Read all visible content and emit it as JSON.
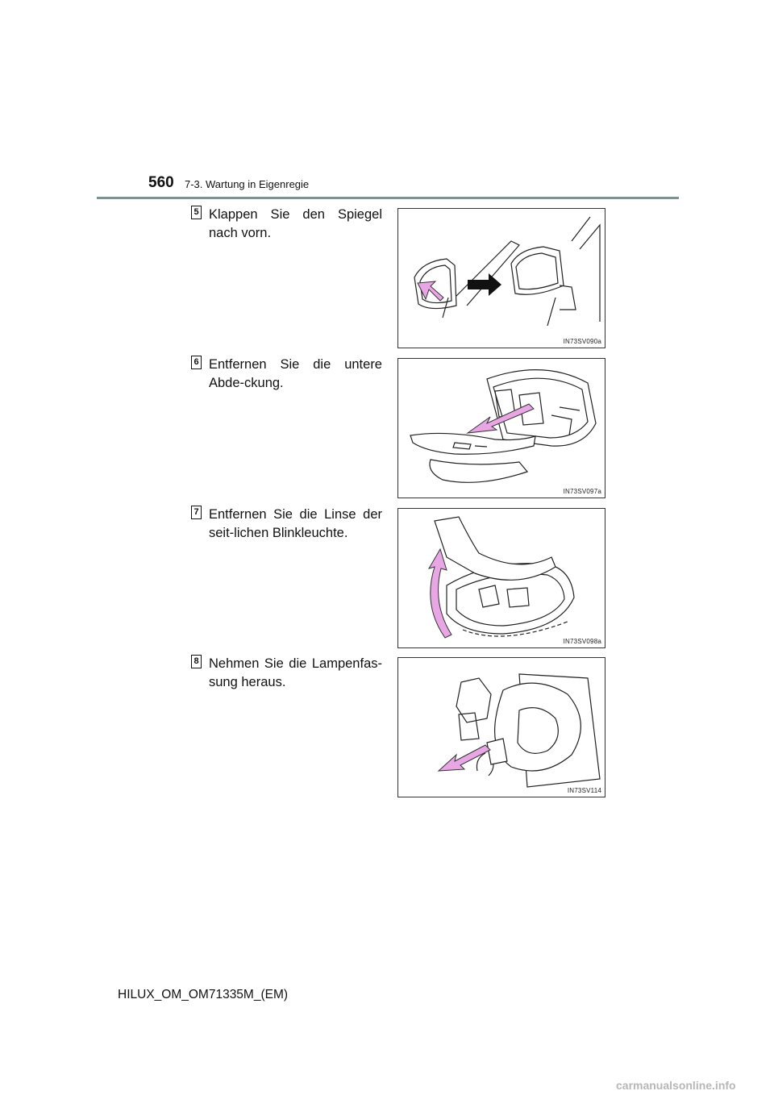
{
  "header": {
    "page_number": "560",
    "section": "7-3. Wartung in Eigenregie"
  },
  "steps": [
    {
      "number": "5",
      "text": "Klappen Sie den Spiegel nach vorn.",
      "figure_code": "IN73SV090a",
      "figure_icon": "mirror-fold-illustration"
    },
    {
      "number": "6",
      "text": "Entfernen Sie die untere Abde-ckung.",
      "figure_code": "IN73SV097a",
      "figure_icon": "lower-cover-removal-illustration"
    },
    {
      "number": "7",
      "text": "Entfernen Sie die Linse der seit-lichen Blinkleuchte.",
      "figure_code": "IN73SV098a",
      "figure_icon": "turn-signal-lens-illustration"
    },
    {
      "number": "8",
      "text": "Nehmen Sie die Lampenfas-sung heraus.",
      "figure_code": "IN73SV114",
      "figure_icon": "bulb-socket-illustration"
    }
  ],
  "footer": {
    "doc_id": "HILUX_OM_OM71335M_(EM)"
  },
  "watermark": "carmanualsonline.info",
  "colors": {
    "arrow_pink": "#e9a6e4",
    "rule": "#7f9190"
  }
}
